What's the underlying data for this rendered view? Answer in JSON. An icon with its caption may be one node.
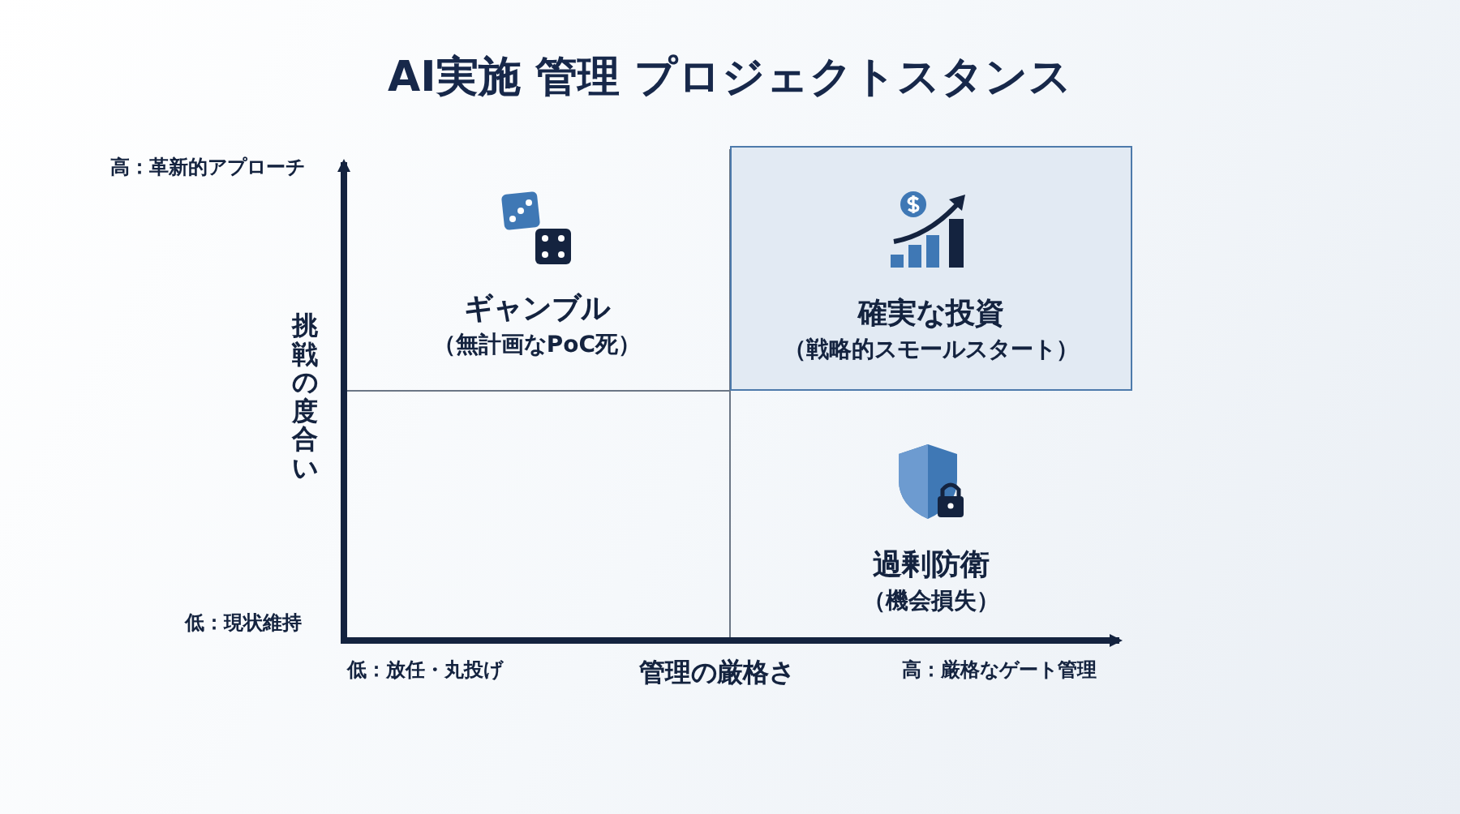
{
  "diagram": {
    "title": "AI実施 管理 プロジェクトスタンス",
    "nodes": [
      {
        "text": [
          "ギャンブル",
          "（無計画なPoC死）"
        ]
      },
      {
        "text": [
          "確実な投資",
          "（戦略的スモールスタート）"
        ]
      },
      {
        "text": [
          "過剰防衛",
          "（機会損失）"
        ]
      }
    ],
    "edges": [],
    "labels": [
      "高：革新的アプローチ",
      "挑戦の度合い",
      "低：現状維持",
      "低：放任・丸投げ",
      "管理の厳格さ",
      "高：厳格なゲート管理"
    ]
  }
}
